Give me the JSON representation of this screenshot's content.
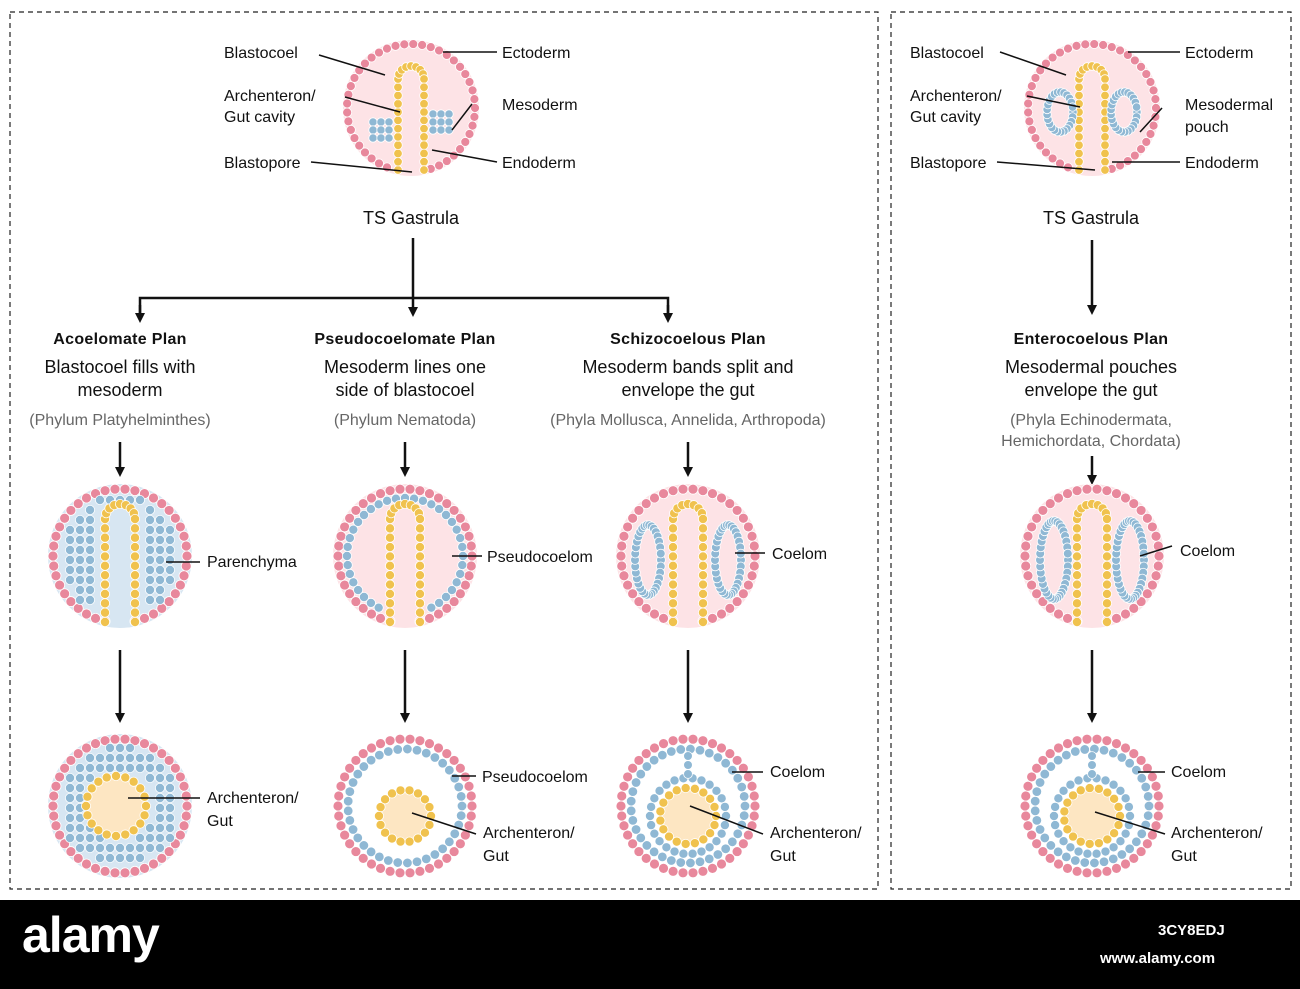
{
  "colors": {
    "ectoderm": "#e8889c",
    "endoderm": "#f0c24e",
    "mesoderm": "#8fb8d4",
    "blastocoel": "#fde3e6",
    "gut": "#fde6c2"
  },
  "left_gastrula": {
    "labels": {
      "blastocoel": "Blastocoel",
      "archenteron": [
        "Archenteron/",
        "Gut cavity"
      ],
      "blastopore": "Blastopore",
      "ectoderm": "Ectoderm",
      "mesoderm": "Mesoderm",
      "endoderm": "Endoderm"
    },
    "caption": "TS Gastrula"
  },
  "right_gastrula": {
    "labels": {
      "blastocoel": "Blastocoel",
      "archenteron": [
        "Archenteron/",
        "Gut cavity"
      ],
      "blastopore": "Blastopore",
      "ectoderm": "Ectoderm",
      "mesodermal_pouch": [
        "Mesodermal",
        "pouch"
      ],
      "endoderm": "Endoderm"
    },
    "caption": "TS Gastrula"
  },
  "plans": {
    "acoelomate": {
      "title": "Acoelomate Plan",
      "desc": [
        "Blastocoel fills with",
        "mesoderm"
      ],
      "phylum": [
        "(Phylum Platyhelminthes)"
      ],
      "stage1_label": "Parenchyma",
      "stage2_label": [
        "Archenteron/",
        "Gut"
      ]
    },
    "pseudocoelomate": {
      "title": "Pseudocoelomate Plan",
      "desc": [
        "Mesoderm lines one",
        "side of blastocoel"
      ],
      "phylum": [
        "(Phylum Nematoda)"
      ],
      "stage1_label": "Pseudocoelom",
      "stage2_labels": [
        "Pseudocoelom",
        "Archenteron/",
        "Gut"
      ]
    },
    "schizocoelous": {
      "title": "Schizocoelous Plan",
      "desc": [
        "Mesoderm bands split and",
        "envelope the gut"
      ],
      "phylum": [
        "(Phyla Mollusca, Annelida, Arthropoda)"
      ],
      "stage1_label": "Coelom",
      "stage2_labels": [
        "Coelom",
        "Archenteron/",
        "Gut"
      ]
    },
    "enterocoelous": {
      "title": "Enterocoelous Plan",
      "desc": [
        "Mesodermal pouches",
        "envelope the gut"
      ],
      "phylum": [
        "(Phyla Echinodermata,",
        "Hemichordata, Chordata)"
      ],
      "stage1_label": "Coelom",
      "stage2_labels": [
        "Coelom",
        "Archenteron/",
        "Gut"
      ]
    }
  },
  "footer": {
    "brand": "alamy",
    "image_id": "3CY8EDJ",
    "url": "www.alamy.com"
  }
}
